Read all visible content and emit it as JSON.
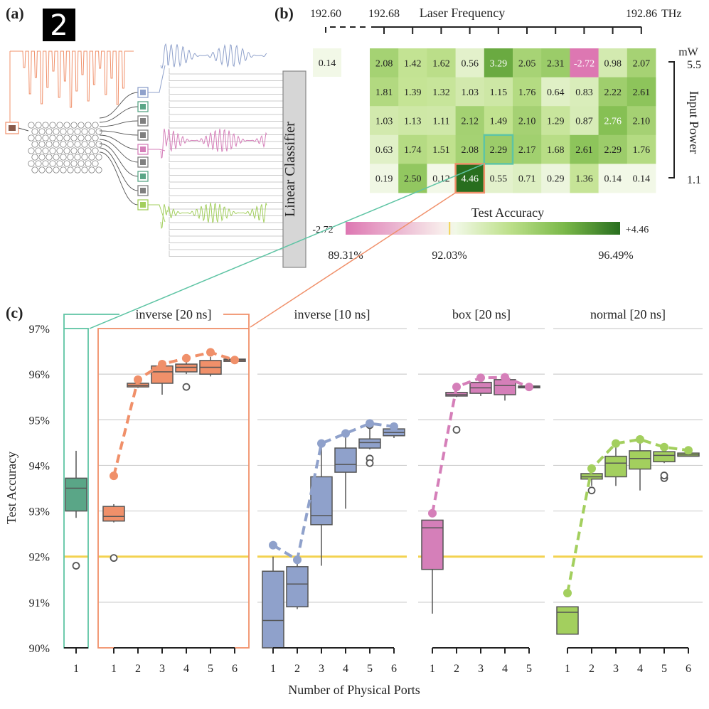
{
  "panel_labels": {
    "a": "(a)",
    "b": "(b)",
    "c": "(c)"
  },
  "panel_a": {
    "digit_glyph": "2",
    "classifier_label": "Linear Classifier",
    "port_colors": [
      "#8fa1cb",
      "#5aa687",
      "#7f7f7f",
      "#7f7f7f",
      "#d57fb9",
      "#7f7f7f",
      "#5aa687",
      "#7f7f7f",
      "#a3cf5e"
    ],
    "input_color": "#f0906a",
    "trace_colors": [
      "#f0906a",
      "#8fa1cb",
      "#d57fb9",
      "#a3cf5e"
    ]
  },
  "chart_data": [
    {
      "type": "heatmap",
      "title": "Laser Frequency",
      "freq_axis": {
        "ticks": [
          "192.60",
          "192.68",
          "192.86"
        ],
        "unit": "THz"
      },
      "power_axis": {
        "label": "Input Power",
        "unit": "mW",
        "ticks": [
          "5.5",
          "1.1"
        ]
      },
      "single_cell": "0.14",
      "rows": [
        [
          "2.08",
          "1.42",
          "1.62",
          "0.56",
          "3.29",
          "2.05",
          "2.31",
          "-2.72",
          "0.98",
          "2.07"
        ],
        [
          "1.81",
          "1.39",
          "1.32",
          "1.03",
          "1.15",
          "1.76",
          "0.64",
          "0.83",
          "2.22",
          "2.61"
        ],
        [
          "1.03",
          "1.13",
          "1.11",
          "2.12",
          "1.49",
          "2.10",
          "1.29",
          "0.87",
          "2.76",
          "2.10"
        ],
        [
          "0.63",
          "1.74",
          "1.51",
          "2.08",
          "2.29",
          "2.17",
          "1.68",
          "2.61",
          "2.29",
          "1.76"
        ],
        [
          "0.19",
          "2.50",
          "0.12",
          "4.46",
          "0.55",
          "0.71",
          "0.29",
          "1.36",
          "0.14",
          "0.14"
        ]
      ],
      "highlight": {
        "teal": [
          3,
          4
        ],
        "orange": [
          4,
          3
        ]
      },
      "colorbar": {
        "title": "Test Accuracy",
        "min_label": "-2.72",
        "max_label": "+4.46",
        "acc_labels": [
          "89.31%",
          "92.03%",
          "96.49%"
        ],
        "min": -2.72,
        "max": 4.46
      }
    },
    {
      "type": "box",
      "ylabel": "Test Accuracy",
      "xlabel": "Number of Physical Ports",
      "ylim": [
        90,
        97
      ],
      "yticks": [
        "90%",
        "91%",
        "92%",
        "93%",
        "94%",
        "95%",
        "96%",
        "97%"
      ],
      "baseline": 92.0,
      "baseline_color": "#f3d250",
      "baseline_group": {
        "color": "#5aa687",
        "x_label": "1",
        "box": {
          "q1": 93.0,
          "med": 93.5,
          "q3": 93.72,
          "wlo": 92.85,
          "whi": 94.32,
          "fliers": [
            91.8
          ]
        }
      },
      "groups": [
        {
          "name": "inverse [20 ns]",
          "color": "#f0906a",
          "x": [
            "1",
            "2",
            "3",
            "4",
            "5",
            "6"
          ],
          "boxes": [
            {
              "q1": 92.78,
              "med": 92.88,
              "q3": 93.1,
              "wlo": 92.75,
              "whi": 93.15,
              "fliers": [
                91.97
              ]
            },
            {
              "q1": 95.72,
              "med": 95.75,
              "q3": 95.8,
              "wlo": 95.7,
              "whi": 95.82,
              "fliers": []
            },
            {
              "q1": 95.8,
              "med": 96.05,
              "q3": 96.18,
              "wlo": 95.55,
              "whi": 96.22,
              "fliers": []
            },
            {
              "q1": 96.05,
              "med": 96.15,
              "q3": 96.22,
              "wlo": 96.0,
              "whi": 96.35,
              "fliers": [
                95.72
              ]
            },
            {
              "q1": 96.0,
              "med": 96.15,
              "q3": 96.3,
              "wlo": 95.95,
              "whi": 96.38,
              "fliers": []
            },
            {
              "q1": 96.28,
              "med": 96.31,
              "q3": 96.33,
              "wlo": 96.28,
              "whi": 96.33,
              "fliers": []
            }
          ],
          "line": [
            93.77,
            95.88,
            96.22,
            96.35,
            96.48,
            96.31
          ]
        },
        {
          "name": "inverse [10 ns]",
          "color": "#8fa1cb",
          "x": [
            "1",
            "2",
            "3",
            "4",
            "5",
            "6"
          ],
          "boxes": [
            {
              "q1": 90.0,
              "med": 90.6,
              "q3": 91.68,
              "wlo": 90.0,
              "whi": 92.0,
              "fliers": []
            },
            {
              "q1": 90.9,
              "med": 91.4,
              "q3": 91.78,
              "wlo": 90.85,
              "whi": 91.98,
              "fliers": []
            },
            {
              "q1": 92.7,
              "med": 92.9,
              "q3": 93.75,
              "wlo": 91.8,
              "whi": 94.45,
              "fliers": []
            },
            {
              "q1": 93.85,
              "med": 94.02,
              "q3": 94.38,
              "wlo": 93.05,
              "whi": 94.7,
              "fliers": []
            },
            {
              "q1": 94.38,
              "med": 94.5,
              "q3": 94.58,
              "wlo": 94.35,
              "whi": 94.9,
              "fliers": [
                94.15,
                94.05,
                94.88
              ]
            },
            {
              "q1": 94.65,
              "med": 94.72,
              "q3": 94.8,
              "wlo": 94.6,
              "whi": 94.88,
              "fliers": []
            }
          ],
          "line": [
            92.25,
            91.93,
            94.48,
            94.7,
            94.92,
            94.85
          ]
        },
        {
          "name": "box [20 ns]",
          "color": "#d57fb9",
          "x": [
            "1",
            "2",
            "3",
            "4",
            "5"
          ],
          "boxes": [
            {
              "q1": 91.72,
              "med": 92.63,
              "q3": 92.8,
              "wlo": 90.75,
              "whi": 92.8,
              "fliers": []
            },
            {
              "q1": 95.52,
              "med": 95.55,
              "q3": 95.6,
              "wlo": 95.5,
              "whi": 95.62,
              "fliers": [
                94.78
              ]
            },
            {
              "q1": 95.58,
              "med": 95.7,
              "q3": 95.82,
              "wlo": 95.52,
              "whi": 95.92,
              "fliers": []
            },
            {
              "q1": 95.55,
              "med": 95.75,
              "q3": 95.88,
              "wlo": 95.42,
              "whi": 95.95,
              "fliers": []
            },
            {
              "q1": 95.7,
              "med": 95.72,
              "q3": 95.74,
              "wlo": 95.7,
              "whi": 95.74,
              "fliers": []
            }
          ],
          "line": [
            92.95,
            95.72,
            95.92,
            95.93,
            95.72
          ]
        },
        {
          "name": "normal [20 ns]",
          "color": "#a3cf5e",
          "x": [
            "1",
            "2",
            "3",
            "4",
            "5",
            "6"
          ],
          "boxes": [
            {
              "q1": 90.3,
              "med": 90.78,
              "q3": 90.9,
              "wlo": 90.3,
              "whi": 90.9,
              "fliers": []
            },
            {
              "q1": 93.7,
              "med": 93.75,
              "q3": 93.82,
              "wlo": 93.55,
              "whi": 93.88,
              "fliers": [
                93.45
              ]
            },
            {
              "q1": 93.75,
              "med": 94.05,
              "q3": 94.2,
              "wlo": 93.55,
              "whi": 94.42,
              "fliers": []
            },
            {
              "q1": 93.92,
              "med": 94.15,
              "q3": 94.32,
              "wlo": 93.45,
              "whi": 94.52,
              "fliers": []
            },
            {
              "q1": 94.08,
              "med": 94.22,
              "q3": 94.3,
              "wlo": 94.05,
              "whi": 94.35,
              "fliers": [
                93.72,
                93.78
              ]
            },
            {
              "q1": 94.2,
              "med": 94.23,
              "q3": 94.27,
              "wlo": 94.2,
              "whi": 94.27,
              "fliers": []
            }
          ],
          "line": [
            91.2,
            93.93,
            94.48,
            94.57,
            94.4,
            94.33
          ]
        }
      ]
    }
  ]
}
